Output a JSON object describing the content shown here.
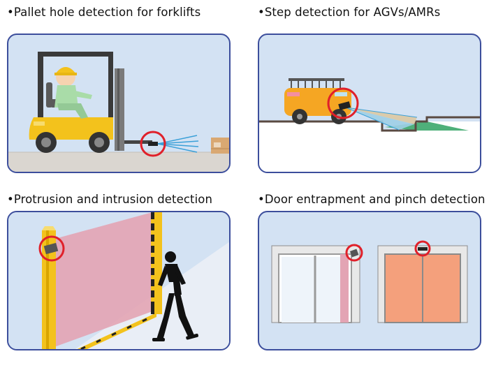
{
  "panels": {
    "forklift": {
      "caption": "•Pallet hole detection for forklifts"
    },
    "agv": {
      "caption": "•Step detection for AGVs/AMRs"
    },
    "protrusion": {
      "caption": "•Protrusion and intrusion detection"
    },
    "door": {
      "caption": "•Door entrapment and pinch detection"
    }
  },
  "colors": {
    "panel_border": "#3c4e9c",
    "panel_background": "#d3e2f3",
    "sensor_highlight": "#e0202a",
    "forklift_yellow": "#f3c21c",
    "detection_beam": "#3aa0d8",
    "intrusion_zone": "#e3a4b4",
    "door_closed": "#f4a07c"
  },
  "icons": [
    "forklift-icon",
    "worker-icon",
    "pallet-icon",
    "sensor-icon",
    "agv-robot-icon",
    "step-icon",
    "safety-pole-icon",
    "walking-person-icon",
    "door-icon"
  ]
}
